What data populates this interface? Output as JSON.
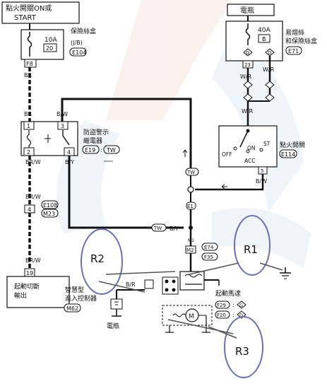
{
  "ignition_on_label": "點火開關ON或",
  "start_label": "START",
  "battery_top_label": "電瓶",
  "fuse_block": {
    "rating": "10A",
    "number": "20",
    "name": "保險絲盒",
    "sub": "(J/B)",
    "ref": "E104"
  },
  "fusible_link": {
    "rating": "40A",
    "letter": "B",
    "name_line1": "易熔絲",
    "name_line2": "和保險絲盒",
    "ref": "E71"
  },
  "connectors": {
    "f8": "F8",
    "c23": "23",
    "cG": "G",
    "cD": "D",
    "c5": "5",
    "c4_upper": "4",
    "c4_lower": "4",
    "c19": "19",
    "c2": "2",
    "c1": "1",
    "c3": "3",
    "e1": "E1",
    "m2": "M2"
  },
  "wires": {
    "br_1": "BR",
    "br_2": "BR",
    "bw_top": "B/W",
    "brw_1": "BR/W",
    "brw_2": "BR/W",
    "brw_3": "BR/W",
    "by": "B/Y",
    "wr_1": "W/R",
    "wr_2": "W/R",
    "wr_3": "W/R",
    "bw_right": "B/W",
    "by_mid": "B/Y",
    "br_small": "B/R"
  },
  "relay": {
    "name_line1": "防盜警示",
    "name_line2": "繼電器",
    "ref": "E19",
    "tw": "TW"
  },
  "ignition_switch": {
    "name": "點火開關",
    "ref": "E114",
    "off": "OFF",
    "on": "ON",
    "st": "ST",
    "acc": "ACC"
  },
  "tw_tags": {
    "tw1": "TW",
    "tw2": "TW"
  },
  "mid_refs": {
    "e74": "E74",
    "f35": "F35",
    "m1": "M1"
  },
  "left_refs": {
    "e108": "E108",
    "m23": "M23"
  },
  "cutoff": {
    "line1": "起動切斷",
    "line2": "輸出"
  },
  "smart": {
    "line1": "智慧型",
    "line2": "進入控制器",
    "ref": "M62"
  },
  "battery_bottom_label": "電瓶",
  "starter": {
    "name": "起動馬達",
    "ref1": "F29",
    "ref2": "F20",
    "c1": "G",
    "c2": "D",
    "motor": "M"
  },
  "callouts": {
    "r1": "R1",
    "r2": "R2",
    "r3": "R3"
  },
  "colors": {
    "wire": "#111111",
    "callout": "#6a6fb8",
    "bg_watermark": "#d8e6f0",
    "bg_watermark_red": "#f4d8d0"
  }
}
